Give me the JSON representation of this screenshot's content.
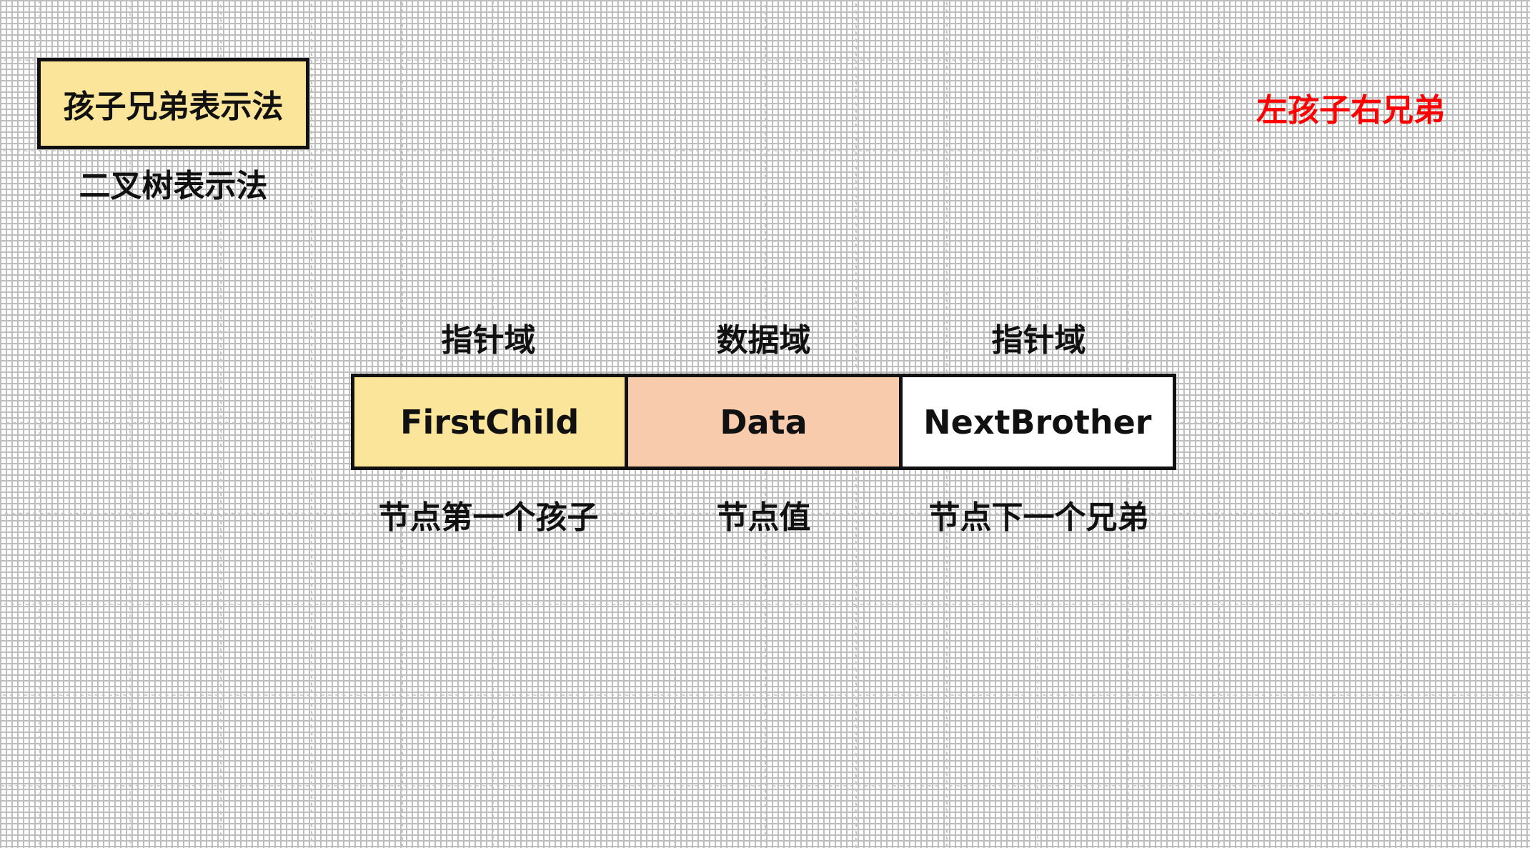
{
  "title": "孩子兄弟表示法",
  "subtitle": "二叉树表示法",
  "note": "左孩子右兄弟",
  "colors": {
    "title_box_fill": "#fbe59a",
    "first_child_fill": "#fbe59a",
    "data_fill": "#f7cbac",
    "next_brother_fill": "#ffffff",
    "note_text": "#ff0000",
    "border": "#111111"
  },
  "node": {
    "fields": [
      {
        "top_label": "指针域",
        "name": "FirstChild",
        "bottom_label": "节点第一个孩子"
      },
      {
        "top_label": "数据域",
        "name": "Data",
        "bottom_label": "节点值"
      },
      {
        "top_label": "指针域",
        "name": "NextBrother",
        "bottom_label": "节点下一个兄弟"
      }
    ]
  }
}
